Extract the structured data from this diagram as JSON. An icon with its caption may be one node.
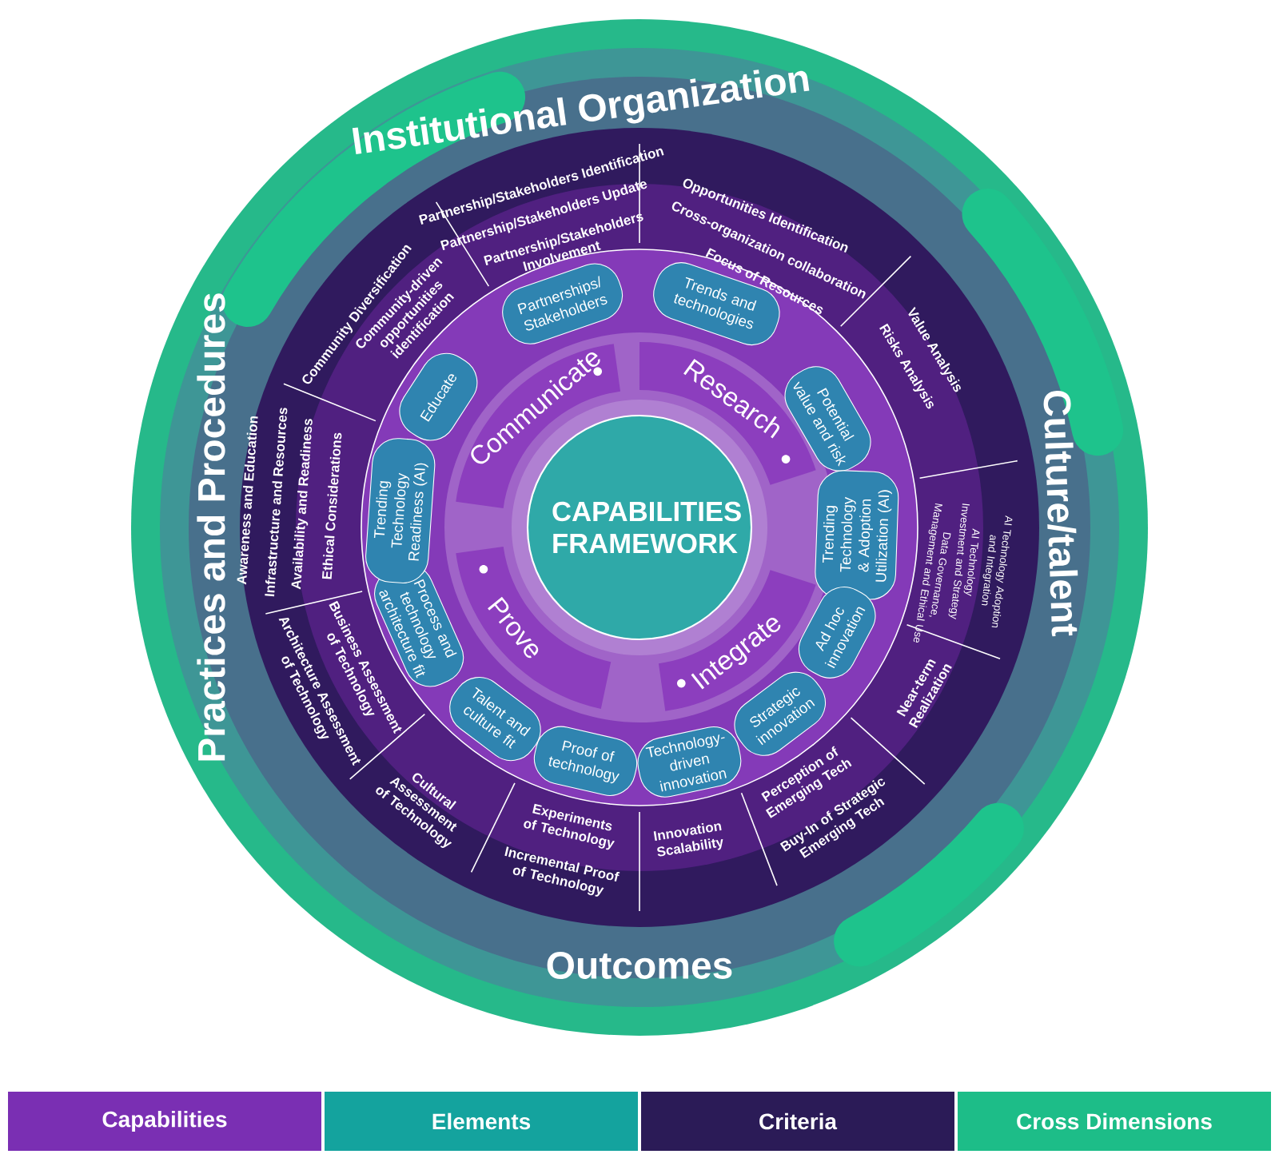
{
  "diagram": {
    "nodes": [
      {
        "text": [
          "CAPABILITIES FRAMEWORK"
        ]
      },
      {
        "text": [
          "Communicate"
        ]
      },
      {
        "text": [
          "Research"
        ]
      },
      {
        "text": [
          "Integrate"
        ]
      },
      {
        "text": [
          "Prove"
        ]
      },
      {
        "text": [
          "Partnerships/ Stakeholders"
        ]
      },
      {
        "text": [
          "Educate"
        ]
      },
      {
        "text": [
          "Trends and technologies"
        ]
      },
      {
        "text": [
          "Potential value and risk"
        ]
      },
      {
        "text": [
          "Trending Technology & Adoption Utilization (AI)"
        ]
      },
      {
        "text": [
          "Ad hoc innovation"
        ]
      },
      {
        "text": [
          "Strategic innovation"
        ]
      },
      {
        "text": [
          "Technology-driven innovation"
        ]
      },
      {
        "text": [
          "Proof of technology"
        ]
      },
      {
        "text": [
          "Talent and culture fit"
        ]
      },
      {
        "text": [
          "Process and technology architecture fit"
        ]
      },
      {
        "text": [
          "Trending Technology Readiness (AI)"
        ]
      }
    ],
    "labels": [
      "Institutional Organization",
      "Partnership/Stakeholders Identification",
      "Partnership/Stakeholders Update",
      "Partnership/Stakeholders Involvement",
      "Opportunities Identification",
      "Cross-organization collaboration",
      "Focus of Resources",
      "Community Diversification",
      "Community-driven opportunities identification",
      "Value Analysis",
      "Risks Analysis",
      "Practices and Procedures",
      "Awareness and Education",
      "Infrastructure and Resources",
      "Availability and Readiness",
      "Ethical Considerations",
      "Culture/talent",
      "Data Governance, Management and Ethical Use",
      "AI Technology Investment and Strategy",
      "AI Technology Adoption and Integration",
      "Business Assessment of Technology",
      "Architecture Assessment of Technology",
      "Near-term Realization",
      "Cultural Assessment of Technology",
      "Perception of Emerging Tech",
      "Buy-In of Strategic Emerging Tech",
      "Experiments of Technology",
      "Incremental Proof of Technology",
      "Innovation Scalability",
      "Outcomes"
    ],
    "legend": [
      {
        "text": "Capabilities",
        "color": "#7a2fb3"
      },
      {
        "text": "Elements",
        "color": "#14a39e"
      },
      {
        "text": "Criteria",
        "color": "#2b1b57"
      },
      {
        "text": "Cross Dimensions",
        "color": "#1dbd88"
      }
    ]
  }
}
